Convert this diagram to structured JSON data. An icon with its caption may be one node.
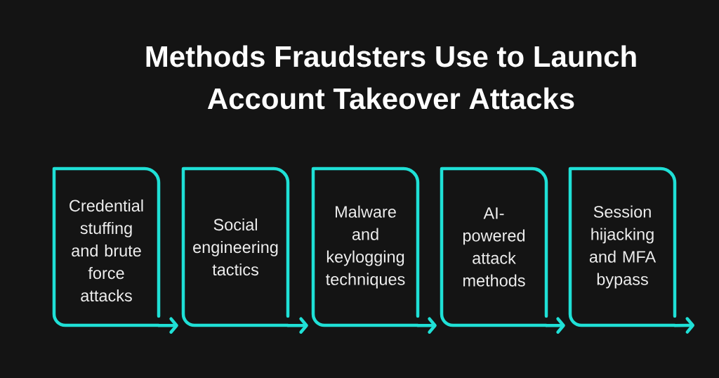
{
  "diagram": {
    "title": "Methods Fraudsters Use to Launch Account Takeover Attacks",
    "nodes": [
      {
        "text": [
          "Credential stuffing and brute force attacks"
        ]
      },
      {
        "text": [
          "Social engineering tactics"
        ]
      },
      {
        "text": [
          "Malware and keylogging techniques"
        ]
      },
      {
        "text": [
          "AI-powered attack methods"
        ]
      },
      {
        "text": [
          "Session hijacking and MFA bypass"
        ]
      }
    ],
    "edges": [
      {
        "from": 0,
        "to": 1,
        "arrow": "to"
      },
      {
        "from": 1,
        "to": 2,
        "arrow": "to"
      },
      {
        "from": 2,
        "to": 3,
        "arrow": "to"
      },
      {
        "from": 3,
        "to": 4,
        "arrow": "to"
      },
      {
        "from": 4,
        "to": null,
        "arrow": "to"
      }
    ]
  }
}
